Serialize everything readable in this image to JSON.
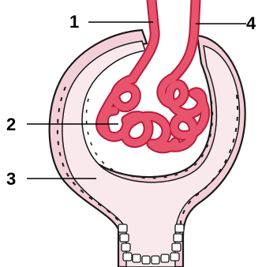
{
  "labels": [
    {
      "id": "1",
      "text": "1"
    },
    {
      "id": "2",
      "text": "2"
    },
    {
      "id": "3",
      "text": "3"
    },
    {
      "id": "4",
      "text": "4"
    }
  ],
  "colors": {
    "capillary_fill": "#e8546e",
    "capillary_outline": "#b81c3a",
    "capsule_fill": "#f9e8ec",
    "capsule_wall": "#f3cfd8",
    "outline": "#1a1a1a",
    "leader_line": "#000000"
  }
}
